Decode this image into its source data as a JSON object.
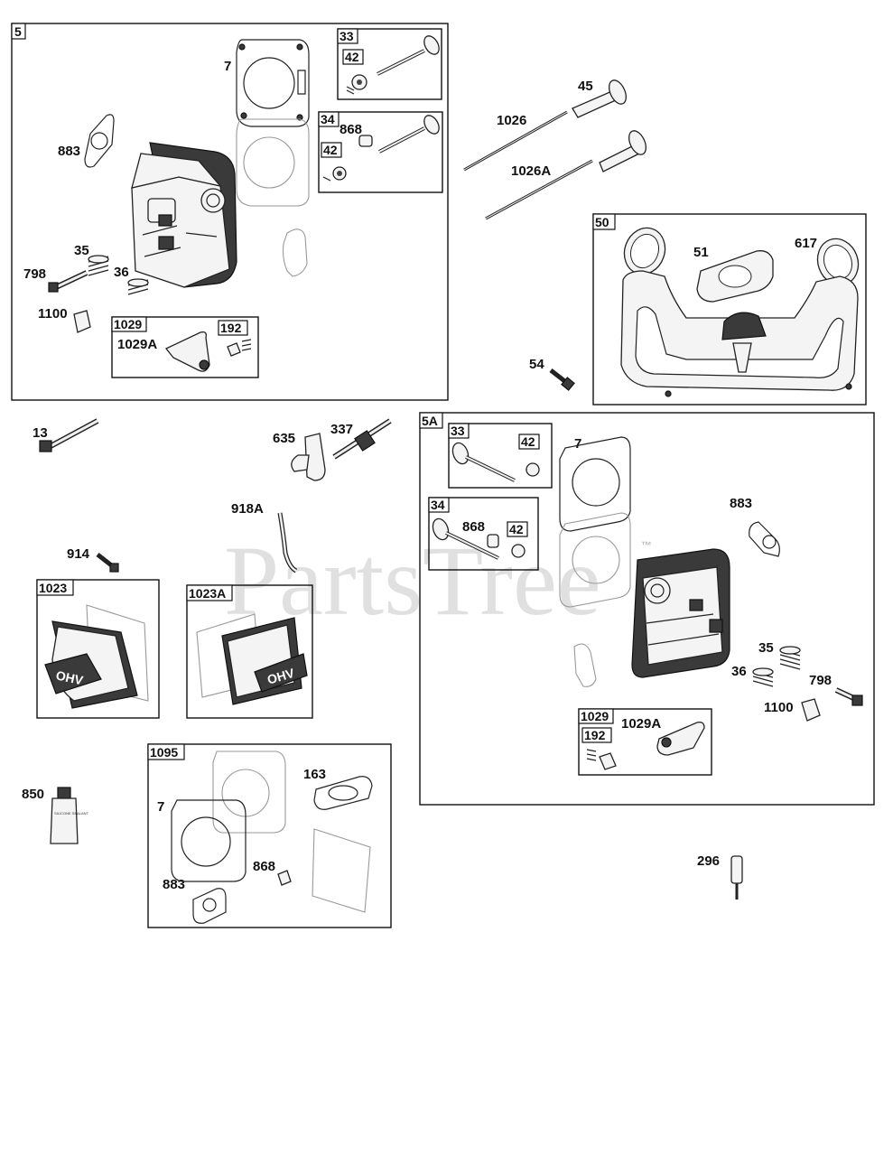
{
  "watermark": "PartsTree",
  "trademark": "™",
  "groups": {
    "g5": "5",
    "g33a": "33",
    "g42a": "42",
    "g34a": "34",
    "g42b": "42",
    "g1029a": "1029",
    "g192a": "192",
    "g50": "50",
    "g5A": "5A",
    "g33b": "33",
    "g42c": "42",
    "g34b": "34",
    "g42d": "42",
    "g1029b": "1029",
    "g192b": "192",
    "g1023": "1023",
    "g1023A": "1023A",
    "g1095": "1095"
  },
  "callouts": {
    "c7a": "7",
    "c883a": "883",
    "c868a": "868",
    "c35a": "35",
    "c36a": "36",
    "c798a": "798",
    "c1100a": "1100",
    "c1029Aa": "1029A",
    "c45": "45",
    "c1026": "1026",
    "c1026A": "1026A",
    "c51": "51",
    "c617": "617",
    "c54": "54",
    "c13": "13",
    "c635": "635",
    "c337": "337",
    "c918A": "918A",
    "c914": "914",
    "c7b": "7",
    "c883b": "883",
    "c868b": "868",
    "c35b": "35",
    "c36b": "36",
    "c798b": "798",
    "c1100b": "1100",
    "c1029Ab": "1029A",
    "c850": "850",
    "c163": "163",
    "c7c": "7",
    "c868c": "868",
    "c883c": "883",
    "c296": "296"
  },
  "markings": {
    "ohv1": "OHV",
    "ohv2": "OHV",
    "tube": "SILICONE SEALANT"
  }
}
